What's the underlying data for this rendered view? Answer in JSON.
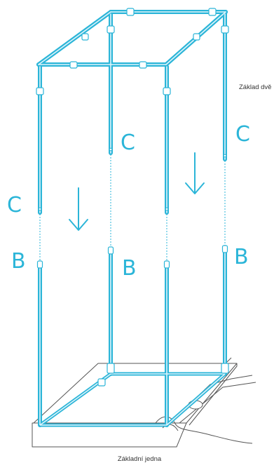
{
  "labels": {
    "c": "C",
    "b": "B",
    "top_note": "Základ dvě",
    "bottom_note": "Základní jedna"
  },
  "colors": {
    "accent": "#2bb5d8",
    "outline": "#555555",
    "frame_light": "#dff3fa"
  }
}
